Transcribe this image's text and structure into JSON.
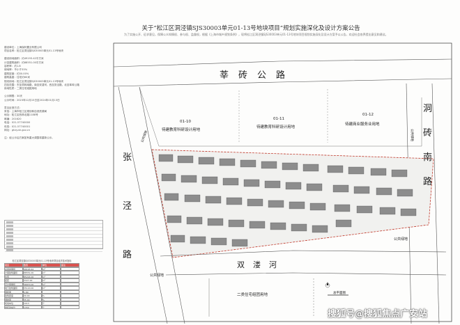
{
  "notice": {
    "title": "关于“松江区洞泾镇SJS30003单元01-13号地块项目”规划实施深化及设计方案公告",
    "subtitle": "为了实施公开、征求意见，保障公众知情权、参与权、监督权，根据《上海市城乡规划条例》，现将松江区洞泾镇SJS30003单元01-13号地块项目规划实施深化及设计方案予以公告，欢迎社会各界提出意见和建议。",
    "info_lines": [
      "建设单位：上海保利置业有限公司",
      "项目名称：松江区洞泾镇SJS30003单元01-13号地块",
      "",
      "建设用地面积：约49193.42平方米",
      "计容建筑面积：约88551.00平方米",
      "容积率：约1.8",
      "绿地率：不小于35%",
      "建筑密度：约30.00%",
      "建筑高度：住宅约60米",
      "规划用地：松江区洞泾镇SJS30003单元01-13号地块",
      "四至范围：东至洞砖南路，南至双溇河，西至张泾路，北至莘砖公路",
      "用地性质：二类住宅组团用地",
      "",
      "公示期限：30天",
      "公示时间：2023年12月15日至2024年01月13日",
      "",
      "意见反馈方式：",
      "来信：上海市松江区规划和自然资源局",
      "地址：松江区西林北路1188号",
      "邮编：201620",
      "电话：021-57740000",
      "传真：021-57740001",
      "网址：ghzy.sh.gov.cn",
      "",
      "注：经公示后方案如有重大调整将重新公示。"
    ],
    "table_caption": "松江区洞泾镇SJS30003单元01-13号地块项目经济技术指标",
    "table_rows": [
      [
        "项目",
        "数值",
        "单位",
        "备注"
      ],
      [
        "总用地面积",
        "49193.42",
        "m²",
        ""
      ],
      [
        "计容建筑面积",
        "88551.00",
        "m²",
        ""
      ],
      [
        "住宅",
        "85224.00",
        "m²",
        ""
      ],
      [
        "配套",
        "3327.00",
        "m²",
        ""
      ],
      [
        "不计容面积",
        "36870.00",
        "m²",
        ""
      ],
      [
        "地下建筑面积",
        "35120.00",
        "m²",
        ""
      ],
      [
        "容积率",
        "1.80",
        "",
        ""
      ],
      [
        "建筑密度",
        "30.00",
        "%",
        ""
      ],
      [
        "绿地率",
        "35.00",
        "%",
        ""
      ],
      [
        "机动车位",
        "1013",
        "个",
        ""
      ],
      [
        "非机动车位",
        "1350",
        "个",
        ""
      ]
    ]
  },
  "map": {
    "roads": {
      "north": "莘砖公路",
      "west": "张泾路",
      "east": "洞砖南路",
      "river": "双溇河"
    },
    "plots": [
      {
        "id": "01-10",
        "use": "待建教育科研设计用地"
      },
      {
        "id": "01-11",
        "use": "待建教育科研设计用地"
      },
      {
        "id": "01-12",
        "use": "待建商业服务业用地"
      }
    ],
    "labels": {
      "green_west": "公共绿地",
      "green_east": "公共绿地",
      "green_north": "公共绿地",
      "green_south_west": "公共绿地",
      "residential_south": "二类住宅组团用地",
      "scale": "总平面图"
    }
  },
  "watermark": "搜狐号@搜狐焦点广安站"
}
